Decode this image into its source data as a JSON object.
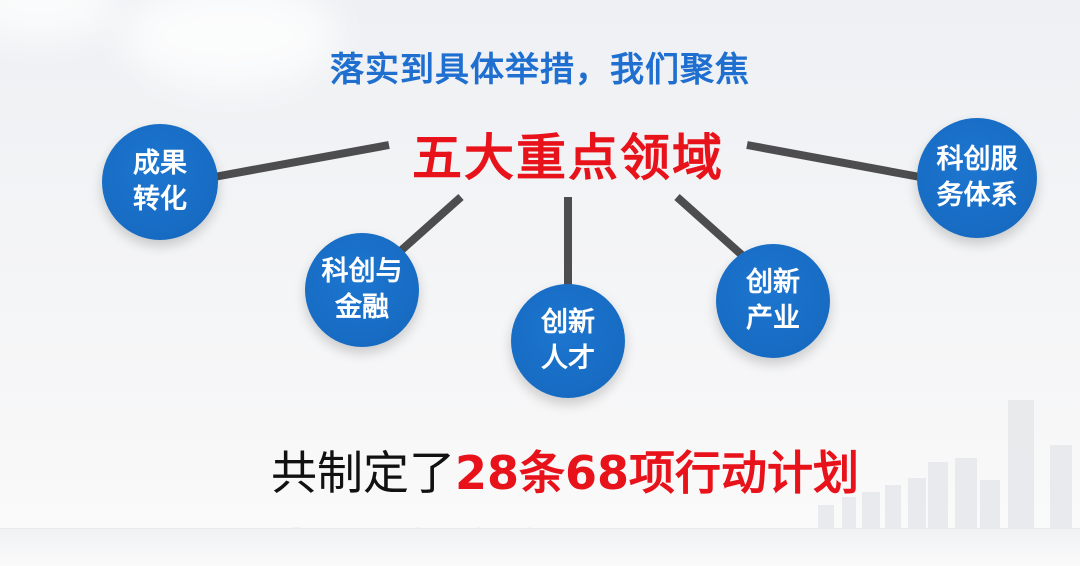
{
  "slide": {
    "title": "落实到具体举措，我们聚焦",
    "subtitle": "五大重点领域",
    "footer": {
      "prefix": "共制定了",
      "highlight": "28条68项行动计划"
    }
  },
  "nodes": [
    {
      "id": "achievement-transformation",
      "line1": "成果",
      "line2": "转化"
    },
    {
      "id": "sci-finance",
      "line1": "科创与",
      "line2": "金融"
    },
    {
      "id": "innovation-talent",
      "line1": "创新",
      "line2": "人才"
    },
    {
      "id": "innovation-industry",
      "line1": "创新",
      "line2": "产业"
    },
    {
      "id": "sci-service-system",
      "line1": "科创服",
      "line2": "务体系"
    }
  ],
  "colors": {
    "title_blue": "#1f6fd0",
    "subtitle_red": "#e8121b",
    "node_blue": "#176bc2",
    "connector_gray": "#4d4d4f",
    "footer_black": "#111111"
  }
}
